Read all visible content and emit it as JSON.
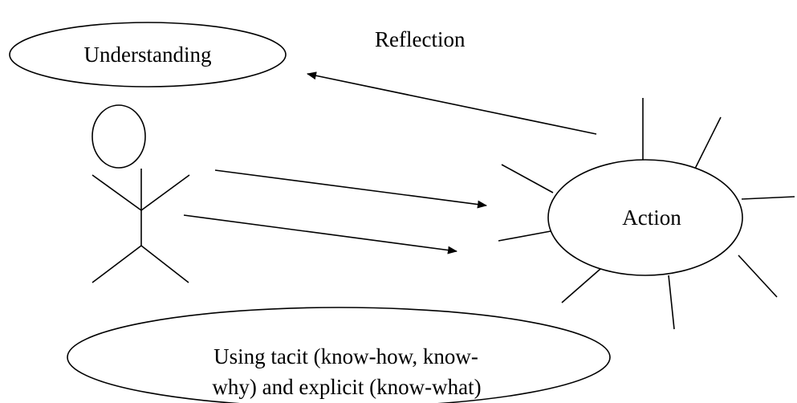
{
  "labels": {
    "understanding": "Understanding",
    "reflection": "Reflection",
    "action": "Action",
    "tacit_line1": "Using tacit (know-how, know-",
    "tacit_line2": "why) and explicit (know-what)"
  }
}
